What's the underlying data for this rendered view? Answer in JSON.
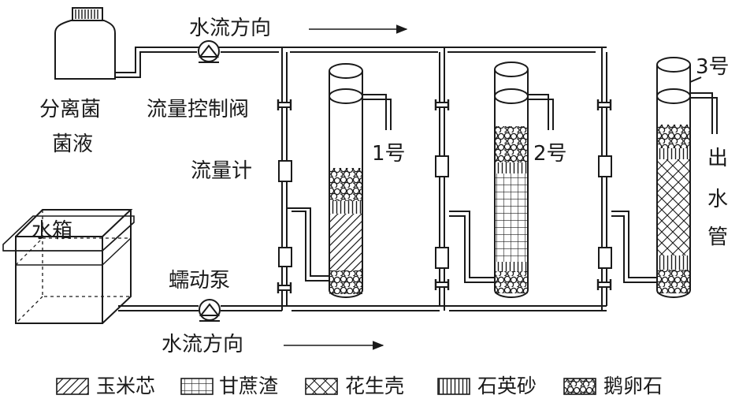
{
  "labels": {
    "flow_direction_top": "水流方向",
    "flow_direction_bottom": "水流方向",
    "bacteria_line1": "分离菌",
    "bacteria_line2": "菌液",
    "flow_valve": "流量控制阀",
    "flow_meter": "流量计",
    "water_tank": "水箱",
    "peristaltic_pump": "蠕动泵",
    "column1": "1号",
    "column2": "2号",
    "column3": "3号",
    "outlet_1": "出",
    "outlet_2": "水",
    "outlet_3": "管"
  },
  "legend": [
    {
      "key": "corn",
      "label": "玉米芯"
    },
    {
      "key": "bagasse",
      "label": "甘蔗渣"
    },
    {
      "key": "peanut",
      "label": "花生壳"
    },
    {
      "key": "quartz",
      "label": "石英砂"
    },
    {
      "key": "pebble",
      "label": "鹅卵石"
    }
  ],
  "colors": {
    "stroke": "#1a1a1a",
    "background": "#ffffff"
  }
}
